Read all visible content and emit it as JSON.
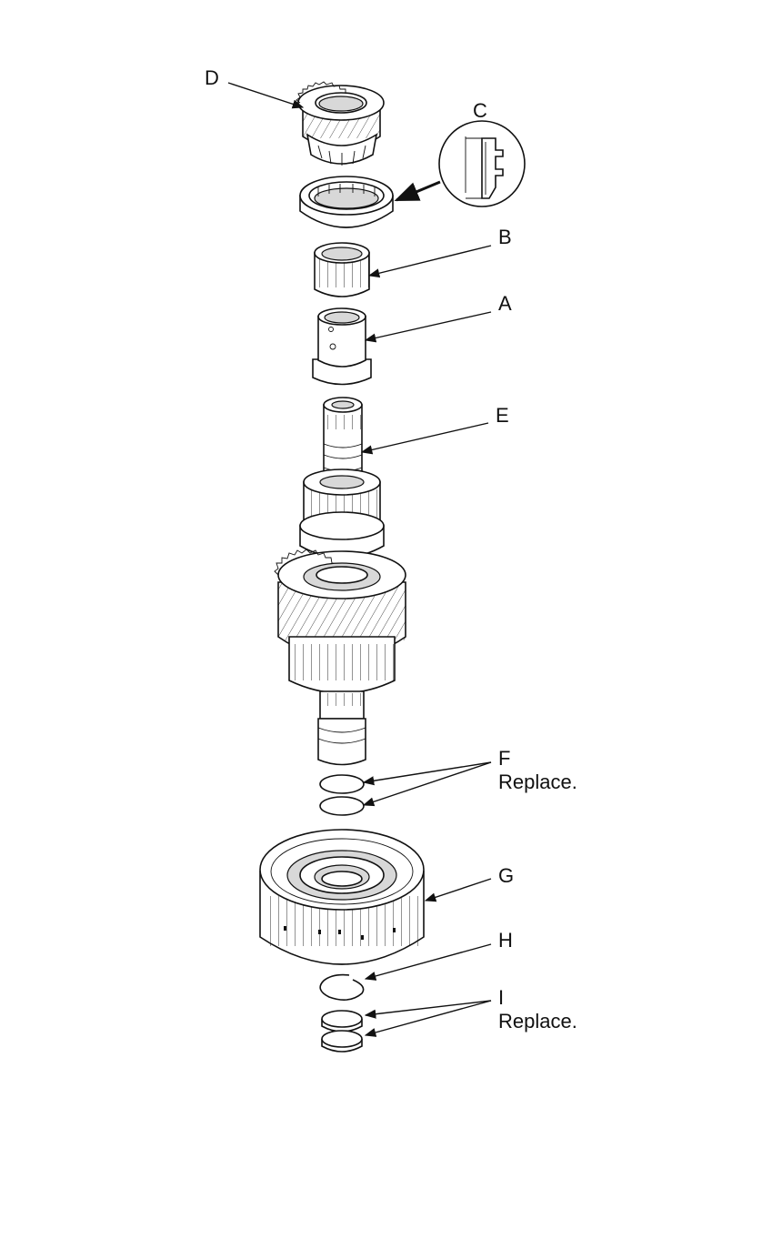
{
  "labels": {
    "A": "A",
    "B": "B",
    "C": "C",
    "D": "D",
    "E": "E",
    "F": "F",
    "F_note": "Replace.",
    "G": "G",
    "H": "H",
    "I": "I",
    "I_note": "Replace."
  },
  "parts": {
    "D": "gear",
    "C": "bearing",
    "B": "needle-bearing",
    "A": "collar",
    "E": "shaft",
    "F": "sealing-rings",
    "G": "clutch-drum",
    "H": "snap-ring",
    "I": "sealing-rings"
  },
  "colors": {
    "line": "#111111",
    "background": "#ffffff",
    "shade": "#d8d8d8"
  }
}
